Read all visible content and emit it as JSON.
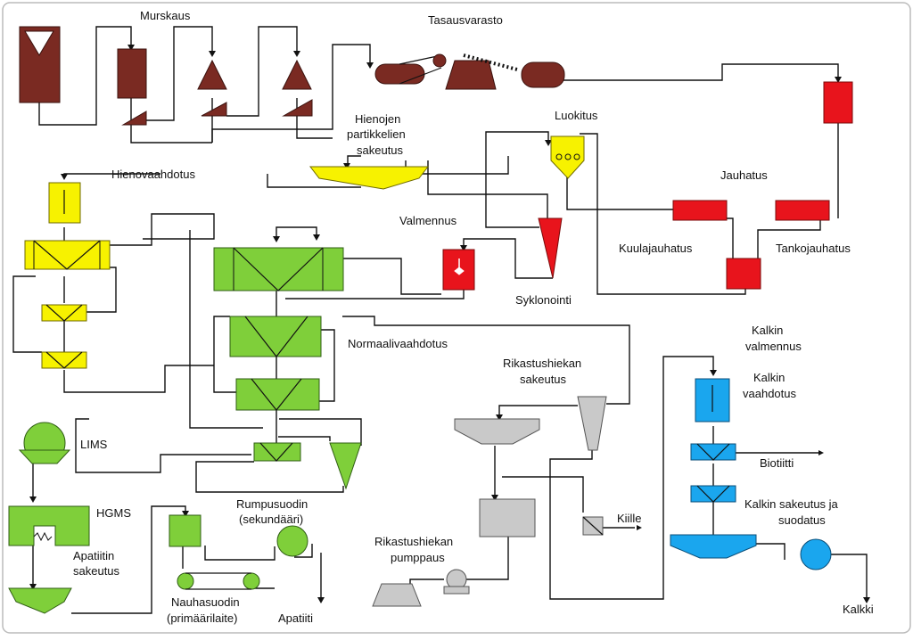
{
  "colors": {
    "crushing": "#7a2a22",
    "grinding": "#e8141c",
    "fine_flotation": "#f7f200",
    "normal_flotation": "#7fcf3a",
    "tailings": "#c9c9c9",
    "calcite": "#1aa6ee"
  },
  "labels": {
    "murskaus": "Murskaus",
    "tasausvarasto": "Tasausvarasto",
    "hienojen1": "Hienojen",
    "hienojen2": "partikkelien",
    "hienojen3": "sakeutus",
    "luokitus": "Luokitus",
    "hienovaahdotus": "Hienovaahdotus",
    "jauhatus": "Jauhatus",
    "valmennus": "Valmennus",
    "kuulajauhatus": "Kuulajauhatus",
    "tankojauhatus": "Tankojauhatus",
    "syklonointi": "Syklonointi",
    "normaalivaahdotus": "Normaalivaahdotus",
    "kalkin_valmennus1": "Kalkin",
    "kalkin_valmennus2": "valmennus",
    "rikastushiekan_sakeutus1": "Rikastushiekan",
    "rikastushiekan_sakeutus2": "sakeutus",
    "kalkin_vaahdotus1": "Kalkin",
    "kalkin_vaahdotus2": "vaahdotus",
    "lims": "LIMS",
    "biotiitti": "Biotiitti",
    "hgms": "HGMS",
    "rumpusuodin1": "Rumpusuodin",
    "rumpusuodin2": "(sekundääri)",
    "kiille": "Kiille",
    "kalkin_sakeutus1": "Kalkin sakeutus ja",
    "kalkin_sakeutus2": "suodatus",
    "apatiitin1": "Apatiitin",
    "apatiitin2": "sakeutus",
    "rikastushiekan_pumppaus1": "Rikastushiekan",
    "rikastushiekan_pumppaus2": "pumppaus",
    "nauhasuodin1": "Nauhasuodin",
    "nauhasuodin2": "(primäärilaite)",
    "apatiiti": "Apatiiti",
    "kalkki": "Kalkki"
  }
}
